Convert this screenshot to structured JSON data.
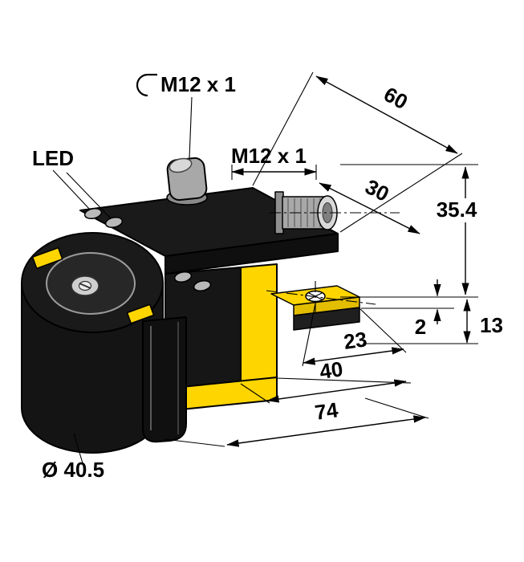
{
  "colors": {
    "background": "#ffffff",
    "line": "#000000",
    "body_yellow": "#ffd500",
    "body_black": "#1a1a1a",
    "metal_gray": "#a8a8a8",
    "metal_light": "#d8d8d8",
    "led_gray": "#b9b9b9"
  },
  "labels": {
    "led": "LED",
    "thread_top": "M12 x 1",
    "thread_side": "M12 x 1",
    "diameter": "Ø 40.5"
  },
  "dimensions": {
    "housing_depth": "60",
    "connector_offset": "30",
    "housing_height": "35.4",
    "plate_thickness": "2",
    "bracket_height": "13",
    "hole_offset": "23",
    "body_length": "40",
    "total_length": "74"
  }
}
